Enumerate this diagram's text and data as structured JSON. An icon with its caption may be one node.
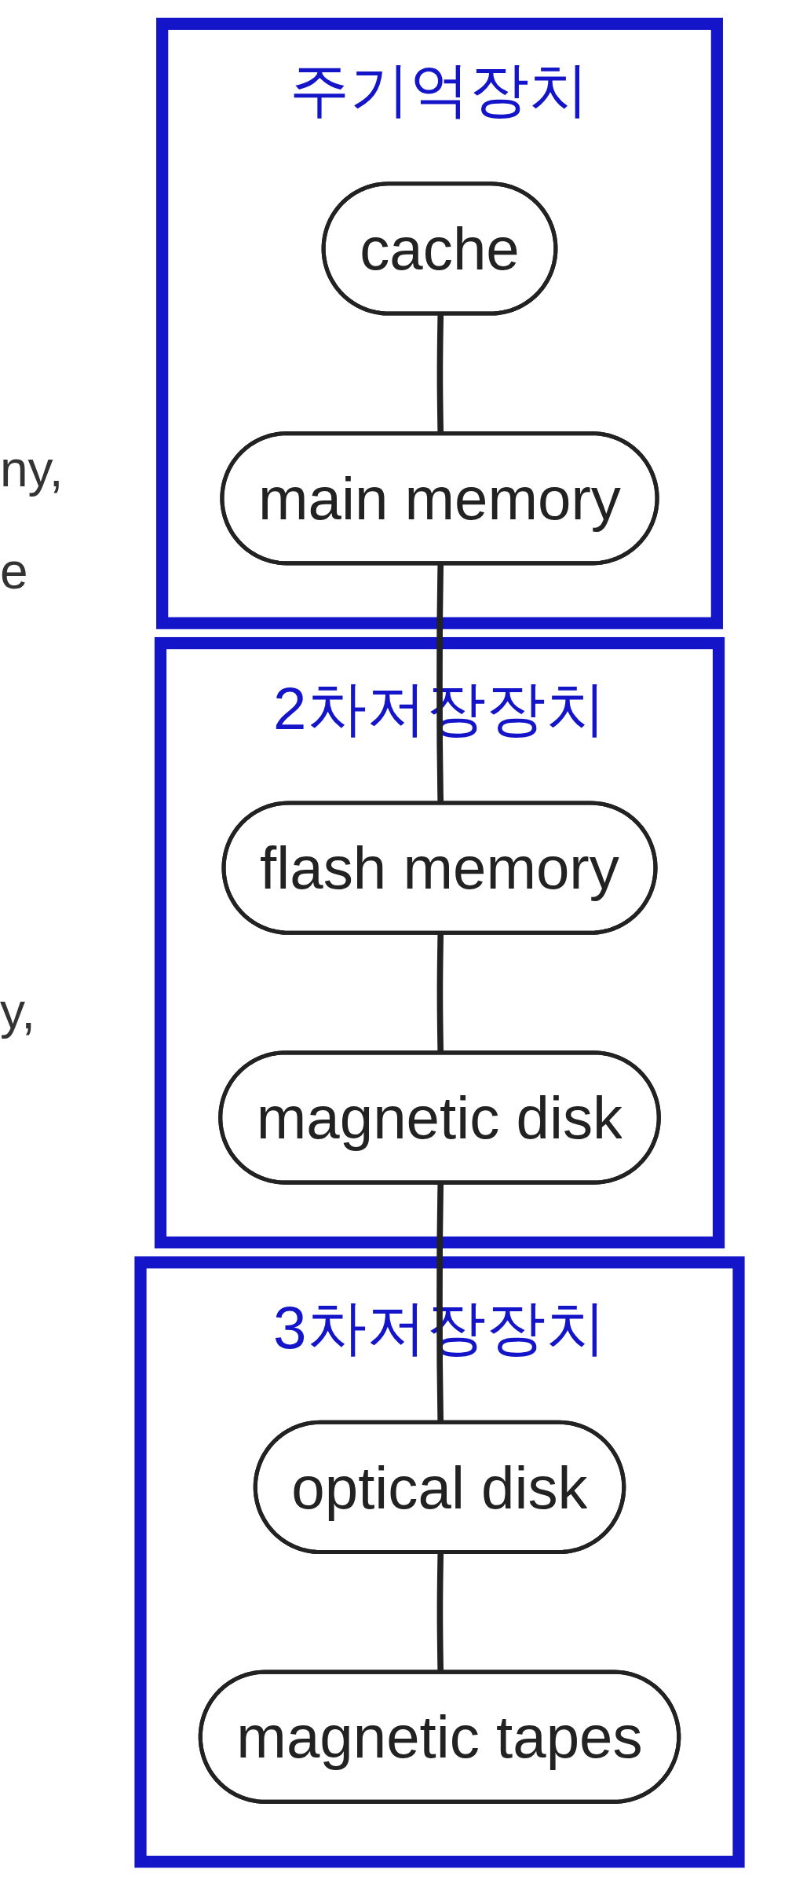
{
  "diagram": {
    "nodes": [
      {
        "text": [
          "주기억장치"
        ]
      },
      {
        "text": [
          "cache"
        ],
        "in": 0
      },
      {
        "text": [
          "main memory"
        ],
        "in": 0
      },
      {
        "text": [
          "2차저장장치"
        ]
      },
      {
        "text": [
          "flash memory"
        ],
        "in": 3
      },
      {
        "text": [
          "magnetic disk"
        ],
        "in": 3
      },
      {
        "text": [
          "3차저장장치"
        ]
      },
      {
        "text": [
          "optical disk"
        ],
        "in": 6
      },
      {
        "text": [
          "magnetic tapes"
        ],
        "in": 6
      }
    ],
    "edges": [
      {
        "from": 1,
        "to": 2,
        "arrow": "none"
      },
      {
        "from": 2,
        "to": 4,
        "arrow": "none"
      },
      {
        "from": 4,
        "to": 5,
        "arrow": "none"
      },
      {
        "from": 5,
        "to": 7,
        "arrow": "none"
      },
      {
        "from": 7,
        "to": 8,
        "arrow": "none"
      }
    ],
    "labels": [
      "ny,",
      "e",
      "y,"
    ]
  }
}
